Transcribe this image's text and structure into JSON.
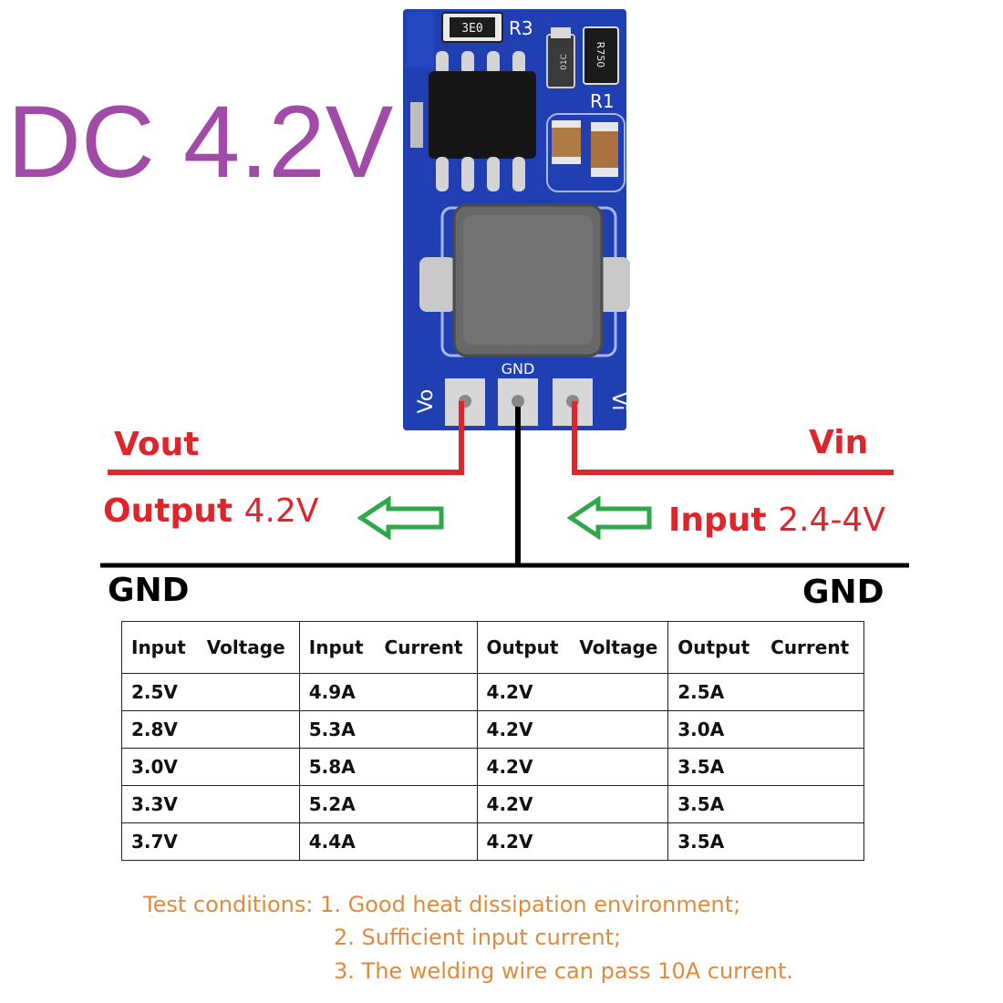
{
  "title": "DC 4.2V",
  "board": {
    "silkscreen": {
      "r3": "R3",
      "r1": "R1",
      "gnd": "GND",
      "vo": "Vo",
      "vi": "Vi",
      "r3_code": "3E0",
      "r1_code": "R750",
      "side_code": "01C"
    },
    "colors": {
      "pcb": "#1f3fb3",
      "inductor": "#686868"
    }
  },
  "wiring": {
    "vout_label": "Vout",
    "vin_label": "Vin",
    "output_word": "Output",
    "output_value": "4.2V",
    "input_word": "Input",
    "input_value": "2.4-4V",
    "gnd_left": "GND",
    "gnd_right": "GND",
    "colors": {
      "wire_red": "#e0242b",
      "wire_black": "#000000",
      "arrow_green": "#2fa84a"
    }
  },
  "table": {
    "headers": [
      "Input Voltage",
      "Input Current",
      "Output Voltage",
      "Output Current"
    ],
    "rows": [
      [
        "2.5V",
        "4.9A",
        "4.2V",
        "2.5A"
      ],
      [
        "2.8V",
        "5.3A",
        "4.2V",
        "3.0A"
      ],
      [
        "3.0V",
        "5.8A",
        "4.2V",
        "3.5A"
      ],
      [
        "3.3V",
        "5.2A",
        "4.2V",
        "3.5A"
      ],
      [
        "3.7V",
        "4.4A",
        "4.2V",
        "3.5A"
      ]
    ]
  },
  "notes": {
    "line1": "Test conditions: 1. Good heat dissipation environment;",
    "line2": "2. Sufficient input current;",
    "line3": "3. The welding wire can pass 10A current."
  }
}
